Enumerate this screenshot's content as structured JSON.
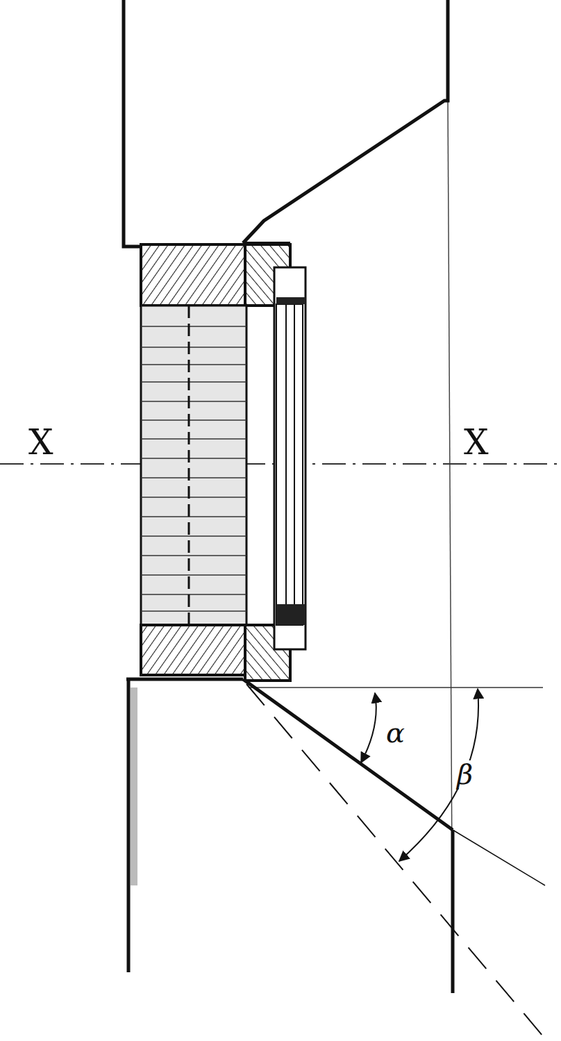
{
  "diagram": {
    "labels": [
      "X",
      "X",
      "α",
      "β"
    ]
  }
}
